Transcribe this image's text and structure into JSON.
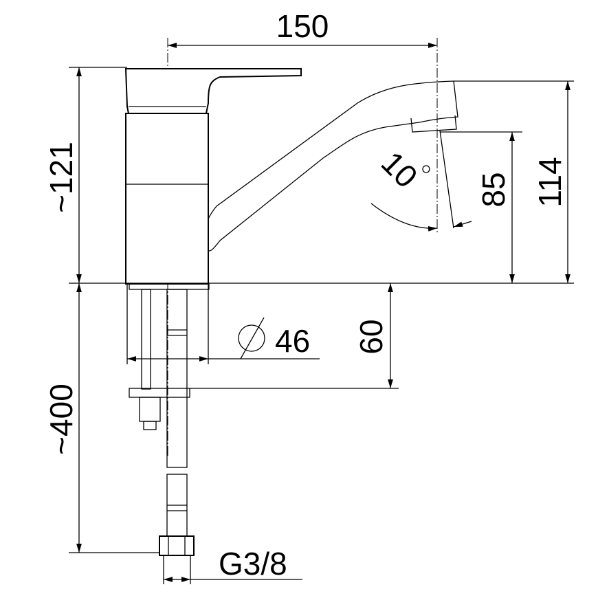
{
  "dimensions": {
    "spout_reach": "150",
    "total_height": "~121",
    "spout_height": "114",
    "outlet_height": "85",
    "outlet_angle": "10",
    "angle_unit_symbol": "°",
    "mount_hole": "46",
    "diameter_symbol": "Ø",
    "max_deck_thickness": "60",
    "hose_length": "~400",
    "connection": "G3/8"
  }
}
